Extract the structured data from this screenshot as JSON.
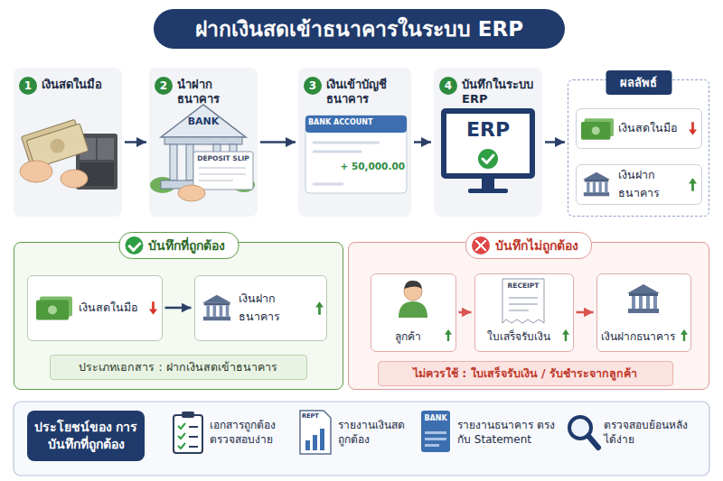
{
  "diagram": {
    "title": "ฝากเงินสดเข้าธนาคารในระบบ ERP",
    "nodes": [
      {
        "text": [
          "1",
          "เงินสดในมือ"
        ]
      },
      {
        "text": [
          "2",
          "นำฝากธนาคาร"
        ]
      },
      {
        "text": [
          "3",
          "เงินเข้าบัญชีธนาคาร"
        ]
      },
      {
        "text": [
          "4",
          "บันทึกในระบบ ERP"
        ]
      },
      {
        "text": [
          "ผลลัพธ์"
        ]
      },
      {
        "text": [
          "เงินสดในมือ"
        ],
        "in": 4
      },
      {
        "text": [
          "เงินฝากธนาคาร"
        ],
        "in": 4
      },
      {
        "text": [
          "บันทึกที่ถูกต้อง"
        ]
      },
      {
        "text": [
          "เงินสดในมือ"
        ],
        "in": 7
      },
      {
        "text": [
          "เงินฝากธนาคาร"
        ],
        "in": 7
      },
      {
        "text": [
          "ประเภทเอกสาร : ฝากเงินสดเข้าธนาคาร"
        ],
        "in": 7
      },
      {
        "text": [
          "บันทึกไม่ถูกต้อง"
        ]
      },
      {
        "text": [
          "ลูกค้า"
        ],
        "in": 11
      },
      {
        "text": [
          "ใบเสร็จรับเงิน"
        ],
        "in": 11
      },
      {
        "text": [
          "เงินฝากธนาคาร"
        ],
        "in": 11
      },
      {
        "text": [
          "ไม่ควรใช้ : ใบเสร็จรับเงิน / รับชำระจากลูกค้า"
        ],
        "in": 11
      },
      {
        "text": [
          "ประโยชน์ของ การบันทึกที่ถูกต้อง"
        ]
      }
    ],
    "edges": [
      {
        "from": 0,
        "to": 1,
        "arrow": "to"
      },
      {
        "from": 1,
        "to": 2,
        "arrow": "to"
      },
      {
        "from": 2,
        "to": 3,
        "arrow": "to"
      },
      {
        "from": 3,
        "to": 4,
        "arrow": "to"
      },
      {
        "from": 8,
        "to": 9,
        "arrow": "to"
      },
      {
        "from": 12,
        "to": 13,
        "arrow": "to"
      },
      {
        "from": 13,
        "to": 14,
        "arrow": "to"
      }
    ],
    "labels": [
      "BANK",
      "DEPOSIT SLIP",
      "BANK ACCOUNT",
      "+ 50,000.00",
      "ERP",
      "RECEIPT",
      "เอกสารถูกต้อง ตรวจสอบง่าย",
      "REPT",
      "รายงานเงินสด ถูกต้อง",
      "BANK",
      "รายงานธนาคาร ตรงกับ Statement",
      "ตรวจสอบย้อนหลัง ได้ง่าย"
    ]
  }
}
